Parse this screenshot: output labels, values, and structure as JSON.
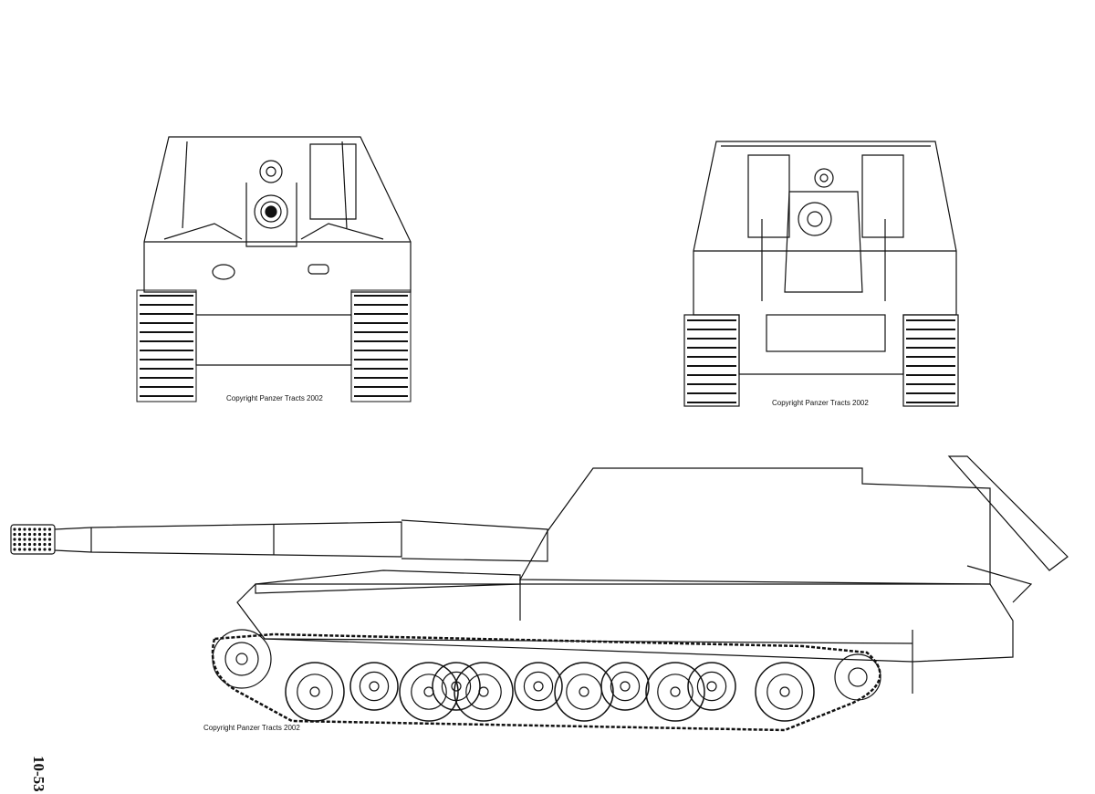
{
  "captions": {
    "front_view": "Copyright Panzer Tracts 2002",
    "rear_view": "Copyright Panzer Tracts 2002",
    "side_view": "Copyright Panzer Tracts 2002"
  },
  "page_number": "10-53",
  "colors": {
    "line": "#111111",
    "background": "#ffffff"
  }
}
